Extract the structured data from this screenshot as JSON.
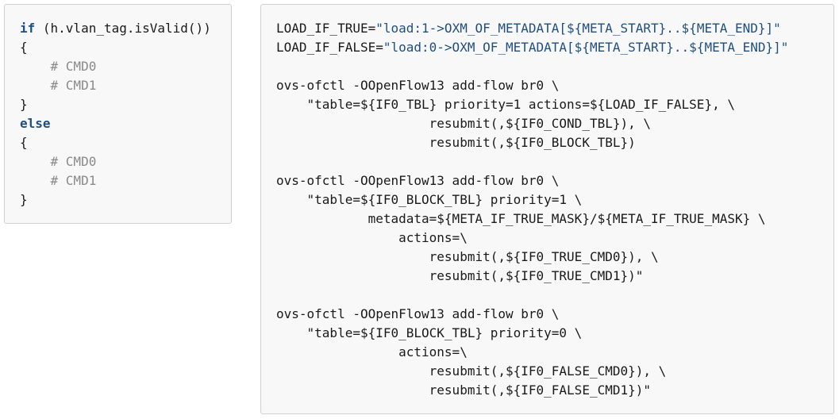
{
  "left_code": {
    "lines": [
      {
        "parts": [
          {
            "t": "if",
            "c": "kw"
          },
          {
            "t": " (h.vlan_tag.isValid())",
            "c": ""
          }
        ]
      },
      {
        "parts": [
          {
            "t": "{",
            "c": ""
          }
        ]
      },
      {
        "parts": [
          {
            "t": "    ",
            "c": ""
          },
          {
            "t": "# CMD0",
            "c": "cm"
          }
        ]
      },
      {
        "parts": [
          {
            "t": "    ",
            "c": ""
          },
          {
            "t": "# CMD1",
            "c": "cm"
          }
        ]
      },
      {
        "parts": [
          {
            "t": "}",
            "c": ""
          }
        ]
      },
      {
        "parts": [
          {
            "t": "else",
            "c": "kw"
          }
        ]
      },
      {
        "parts": [
          {
            "t": "{",
            "c": ""
          }
        ]
      },
      {
        "parts": [
          {
            "t": "    ",
            "c": ""
          },
          {
            "t": "# CMD0",
            "c": "cm"
          }
        ]
      },
      {
        "parts": [
          {
            "t": "    ",
            "c": ""
          },
          {
            "t": "# CMD1",
            "c": "cm"
          }
        ]
      },
      {
        "parts": [
          {
            "t": "}",
            "c": ""
          }
        ]
      }
    ]
  },
  "right_code": {
    "lines": [
      {
        "parts": [
          {
            "t": "LOAD_IF_TRUE=",
            "c": ""
          },
          {
            "t": "\"load:1->OXM_OF_METADATA[${META_START}..${META_END}]\"",
            "c": "str"
          }
        ]
      },
      {
        "parts": [
          {
            "t": "LOAD_IF_FALSE=",
            "c": ""
          },
          {
            "t": "\"load:0->OXM_OF_METADATA[${META_START}..${META_END}]\"",
            "c": "str"
          }
        ]
      },
      {
        "parts": [
          {
            "t": "",
            "c": ""
          }
        ]
      },
      {
        "parts": [
          {
            "t": "ovs-ofctl -OOpenFlow13 add-flow br0 \\",
            "c": ""
          }
        ]
      },
      {
        "parts": [
          {
            "t": "    \"table=${IF0_TBL} priority=1 actions=${LOAD_IF_FALSE}, \\",
            "c": ""
          }
        ]
      },
      {
        "parts": [
          {
            "t": "                    resubmit(,${IF0_COND_TBL}), \\",
            "c": ""
          }
        ]
      },
      {
        "parts": [
          {
            "t": "                    resubmit(,${IF0_BLOCK_TBL})",
            "c": ""
          }
        ]
      },
      {
        "parts": [
          {
            "t": "",
            "c": ""
          }
        ]
      },
      {
        "parts": [
          {
            "t": "ovs-ofctl -OOpenFlow13 add-flow br0 \\",
            "c": ""
          }
        ]
      },
      {
        "parts": [
          {
            "t": "    \"table=${IF0_BLOCK_TBL} priority=1 \\",
            "c": ""
          }
        ]
      },
      {
        "parts": [
          {
            "t": "            metadata=${META_IF_TRUE_MASK}/${META_IF_TRUE_MASK} \\",
            "c": ""
          }
        ]
      },
      {
        "parts": [
          {
            "t": "                actions=\\",
            "c": ""
          }
        ]
      },
      {
        "parts": [
          {
            "t": "                    resubmit(,${IF0_TRUE_CMD0}), \\",
            "c": ""
          }
        ]
      },
      {
        "parts": [
          {
            "t": "                    resubmit(,${IF0_TRUE_CMD1})\"",
            "c": ""
          }
        ]
      },
      {
        "parts": [
          {
            "t": "",
            "c": ""
          }
        ]
      },
      {
        "parts": [
          {
            "t": "ovs-ofctl -OOpenFlow13 add-flow br0 \\",
            "c": ""
          }
        ]
      },
      {
        "parts": [
          {
            "t": "    \"table=${IF0_BLOCK_TBL} priority=0 \\",
            "c": ""
          }
        ]
      },
      {
        "parts": [
          {
            "t": "                actions=\\",
            "c": ""
          }
        ]
      },
      {
        "parts": [
          {
            "t": "                    resubmit(,${IF0_FALSE_CMD0}), \\",
            "c": ""
          }
        ]
      },
      {
        "parts": [
          {
            "t": "                    resubmit(,${IF0_FALSE_CMD1})\"",
            "c": ""
          }
        ]
      }
    ]
  }
}
